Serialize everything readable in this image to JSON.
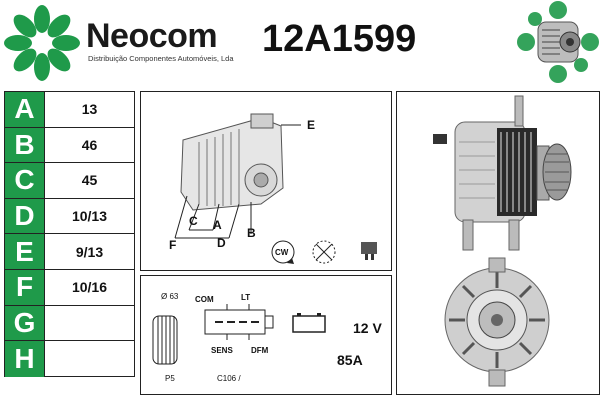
{
  "header": {
    "brand": "Neocom",
    "tagline": "Distribuição Componentes Automóveis, Lda",
    "part_number": "12A1599"
  },
  "specs": [
    {
      "key": "A",
      "value": "13"
    },
    {
      "key": "B",
      "value": "46"
    },
    {
      "key": "C",
      "value": "45"
    },
    {
      "key": "D",
      "value": "10/13"
    },
    {
      "key": "E",
      "value": "9/13"
    },
    {
      "key": "F",
      "value": "10/16"
    },
    {
      "key": "G",
      "value": ""
    },
    {
      "key": "H",
      "value": ""
    }
  ],
  "diagram": {
    "labels": {
      "a": "A",
      "b": "B",
      "c": "C",
      "d": "D",
      "e": "E",
      "f": "F"
    },
    "rotation": "CW"
  },
  "connector": {
    "pulley_diameter": "Ø 63",
    "pulley_type": "P5",
    "terminals_top": [
      "COM",
      "LT"
    ],
    "terminals_bottom": [
      "SENS",
      "DFM"
    ],
    "plug_code": "C106 /",
    "voltage": "12 V",
    "amperage": "85A"
  },
  "colors": {
    "brand_green": "#1f9a4a"
  }
}
